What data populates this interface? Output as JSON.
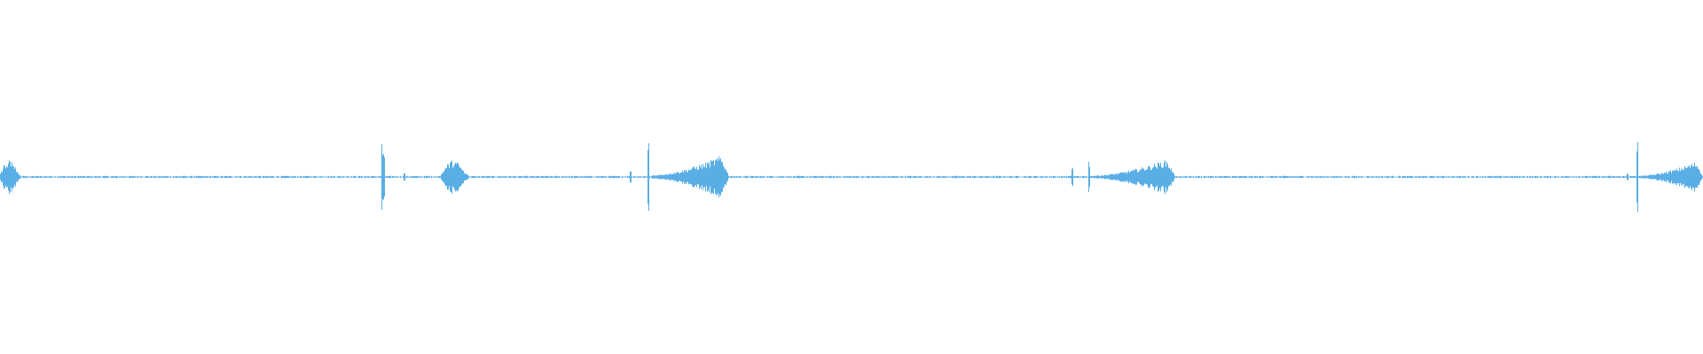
{
  "waveform": {
    "color": "#5aaee6",
    "background": "#ffffff",
    "channel": "mono",
    "bursts": [
      {
        "time": 0.0,
        "end": 0.012,
        "amplitude": 0.42,
        "shape": "burst"
      },
      {
        "time": 0.224,
        "end": 0.226,
        "amplitude": 0.82,
        "shape": "click"
      },
      {
        "time": 0.237,
        "end": 0.238,
        "amplitude": 0.1,
        "shape": "click"
      },
      {
        "time": 0.259,
        "end": 0.275,
        "amplitude": 0.4,
        "shape": "burst"
      },
      {
        "time": 0.37,
        "end": 0.371,
        "amplitude": 0.14,
        "shape": "click"
      },
      {
        "time": 0.38,
        "end": 0.381,
        "amplitude": 1.0,
        "shape": "click"
      },
      {
        "time": 0.383,
        "end": 0.428,
        "amplitude": 0.55,
        "shape": "swell"
      },
      {
        "time": 0.629,
        "end": 0.63,
        "amplitude": 0.3,
        "shape": "click"
      },
      {
        "time": 0.639,
        "end": 0.64,
        "amplitude": 0.4,
        "shape": "click"
      },
      {
        "time": 0.642,
        "end": 0.69,
        "amplitude": 0.45,
        "shape": "swell"
      },
      {
        "time": 0.955,
        "end": 0.956,
        "amplitude": 0.12,
        "shape": "click"
      },
      {
        "time": 0.961,
        "end": 0.962,
        "amplitude": 1.0,
        "shape": "click"
      },
      {
        "time": 0.963,
        "end": 1.0,
        "amplitude": 0.4,
        "shape": "swell"
      }
    ],
    "noise_level": 0.02
  }
}
